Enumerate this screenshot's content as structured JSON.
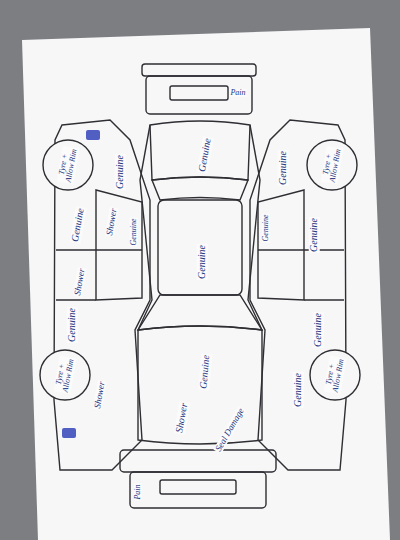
{
  "diagram": {
    "labels": [
      "Pain",
      "Genuine",
      "Genuine",
      "Genuine",
      "Shower",
      "Seal Damage",
      "Pain",
      "Tyre + Allow Rim",
      "Genuine",
      "Genuine",
      "Shower",
      "Genuine",
      "Shower",
      "Genuine",
      "Tyre + Allow Rim",
      "Shower",
      "Tyre + Allow Rim",
      "Genuine",
      "Genuine",
      "Genuine",
      "Genuine",
      "Genuine",
      "Tyre + Allow Rim"
    ]
  }
}
